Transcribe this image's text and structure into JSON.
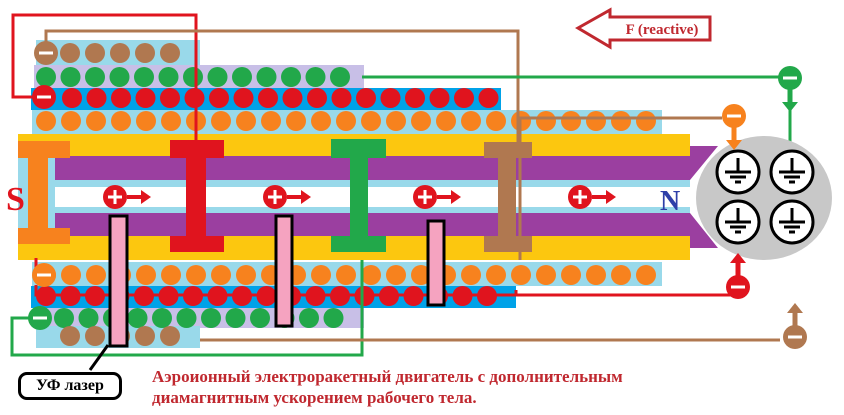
{
  "labels": {
    "force": "F (reactive)",
    "south_pole": "S",
    "north_pole": "N",
    "uv_laser": "УФ лазер"
  },
  "caption": {
    "line1": "Аэроионный электроракетный двигатель с дополнительным",
    "line2": "диамагнитным ускорением рабочего тела."
  },
  "colors": {
    "red": "#e0141e",
    "orange": "#f7821e",
    "green": "#22a84a",
    "brown": "#b07850",
    "purple": "#9b3fa0",
    "yellow": "#fcc70f",
    "light_blue": "#99d9ea",
    "blue": "#00a2e8",
    "lavender": "#c8bfe7",
    "pink": "#f5a3c0",
    "grey": "#c8c8c8",
    "caption": "#c0282f"
  }
}
